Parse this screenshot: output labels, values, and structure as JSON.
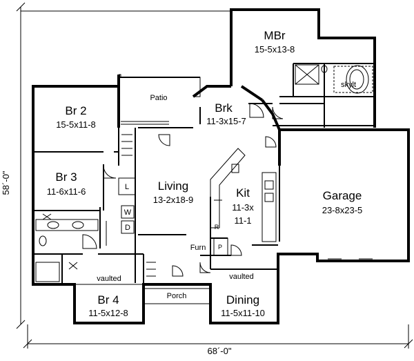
{
  "plan": {
    "overall_height": "58´-0\"",
    "overall_width": "68´-0\"",
    "rooms": {
      "mbr": {
        "name": "MBr",
        "size": "15-5x13-8"
      },
      "br2": {
        "name": "Br 2",
        "size": "15-5x11-8"
      },
      "br3": {
        "name": "Br 3",
        "size": "11-6x11-6"
      },
      "br4": {
        "name": "Br 4",
        "size": "11-5x12-8"
      },
      "brk": {
        "name": "Brk",
        "size": "11-3x15-7"
      },
      "living": {
        "name": "Living",
        "size": "13-2x18-9"
      },
      "kit": {
        "name": "Kit",
        "size_line1": "11-3x",
        "size_line2": "11-1"
      },
      "garage": {
        "name": "Garage",
        "size": "23-8x23-5"
      },
      "dining": {
        "name": "Dining",
        "size": "11-5x11-10"
      }
    },
    "labels": {
      "patio": "Patio",
      "porch": "Porch",
      "vaulted_left": "vaulted",
      "vaulted_right": "vaulted",
      "skylight": "skylt",
      "furn": "Furn",
      "laundry": "L",
      "washer": "W",
      "dryer": "D",
      "refrigerator": "R",
      "pantry": "P"
    }
  }
}
